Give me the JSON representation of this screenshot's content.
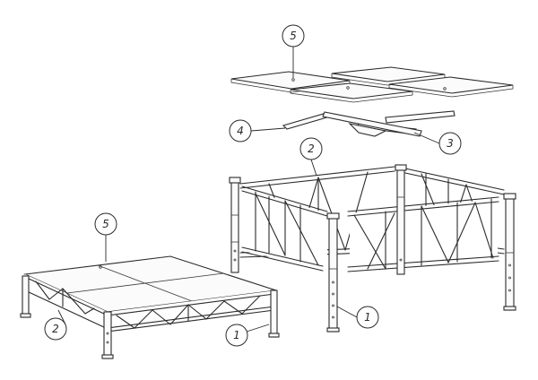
{
  "callouts": [
    {
      "label": "5",
      "part": "deck-panel"
    },
    {
      "label": "4",
      "part": "long-support-bar"
    },
    {
      "label": "3",
      "part": "cross-support-bar"
    },
    {
      "label": "2",
      "part": "truss-frame"
    },
    {
      "label": "1",
      "part": "leg"
    },
    {
      "label": "5",
      "part": "deck-panel"
    },
    {
      "label": "2",
      "part": "truss-frame"
    },
    {
      "label": "1",
      "part": "leg"
    }
  ],
  "style": {
    "line_color": "#2a2a2a",
    "background": "#ffffff"
  }
}
